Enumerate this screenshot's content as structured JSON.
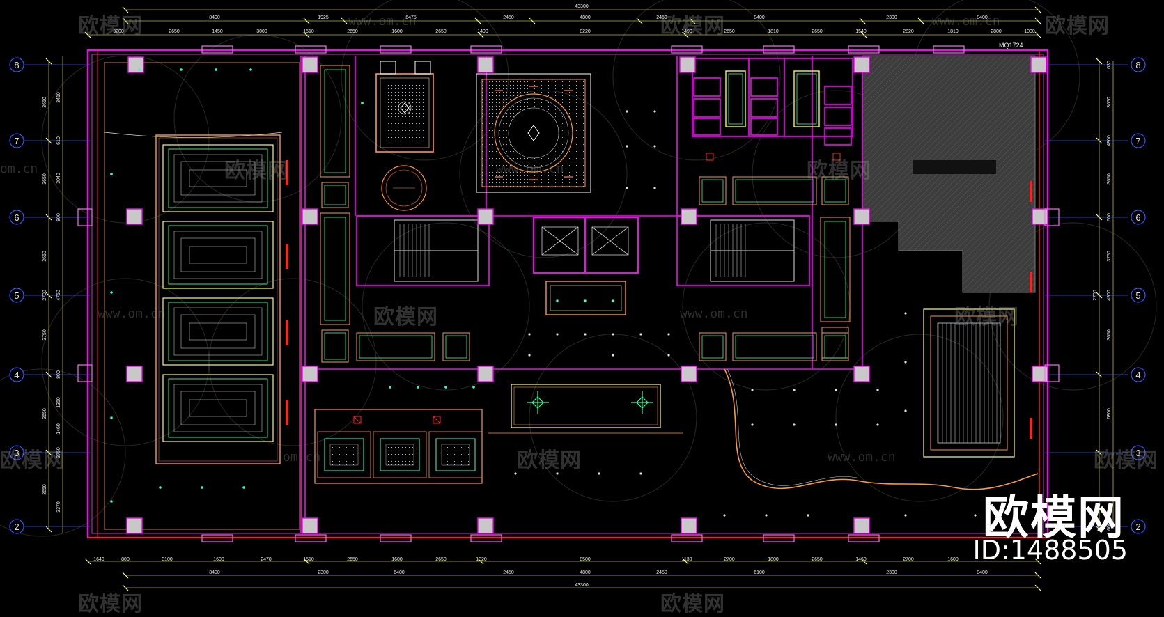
{
  "drawing": {
    "code": "MQ1724",
    "dims_top_total": "43300",
    "dims_top_row1": [
      "8400",
      "1925",
      "6475",
      "2450",
      "4800",
      "2450",
      "8400",
      "2300",
      "8400"
    ],
    "dims_top_row2": [
      "3200",
      "2650",
      "1450",
      "3000",
      "1510",
      "2650",
      "1600",
      "2650",
      "1490",
      "8220",
      "1490",
      "2650",
      "1810",
      "2650",
      "1540",
      "2820",
      "1810",
      "2800",
      "1000"
    ],
    "dims_bottom_row1": [
      "1640",
      "800",
      "3100",
      "1600",
      "2470",
      "1510",
      "2650",
      "1600",
      "2650",
      "1320",
      "8500",
      "1130",
      "2700",
      "1800",
      "2650",
      "1460",
      "2700",
      "1600"
    ],
    "dims_bottom_row2": [
      "8400",
      "2300",
      "6400",
      "2450",
      "4800",
      "2450",
      "6100",
      "2300",
      "8400"
    ],
    "dims_bottom_total": "43300",
    "dims_left_outer": [
      "3650",
      "3650",
      "3650",
      "2700",
      "3750",
      "3650",
      "3650"
    ],
    "dims_left_inner": [
      "3410",
      "610",
      "3040",
      "800",
      "4750",
      "800",
      "1350",
      "1460",
      "3750",
      "3370"
    ],
    "dims_right": [
      "630",
      "3650",
      "4900",
      "3650",
      "600",
      "3750",
      "4900",
      "3650",
      "6900",
      "600"
    ],
    "axes": [
      "8",
      "7",
      "6",
      "5",
      "4",
      "3",
      "2"
    ]
  },
  "watermark": {
    "text": "欧模网",
    "url": "www.om.cn",
    "url_short": "om.cn",
    "brand": "欧模网",
    "id": "ID:1488505"
  },
  "colors": {
    "background": "#000000",
    "wall": "#ff00ff",
    "magenta_light": "#ff66ff",
    "yellow": "#ffff00",
    "orange": "#ff9933",
    "green": "#33ff99",
    "cyan": "#00ffff",
    "red": "#ff2222",
    "column": "#cccccc",
    "grey_hatch": "#4a4a4a",
    "dim_line": "#b8b800",
    "axis": "#4466ff"
  }
}
